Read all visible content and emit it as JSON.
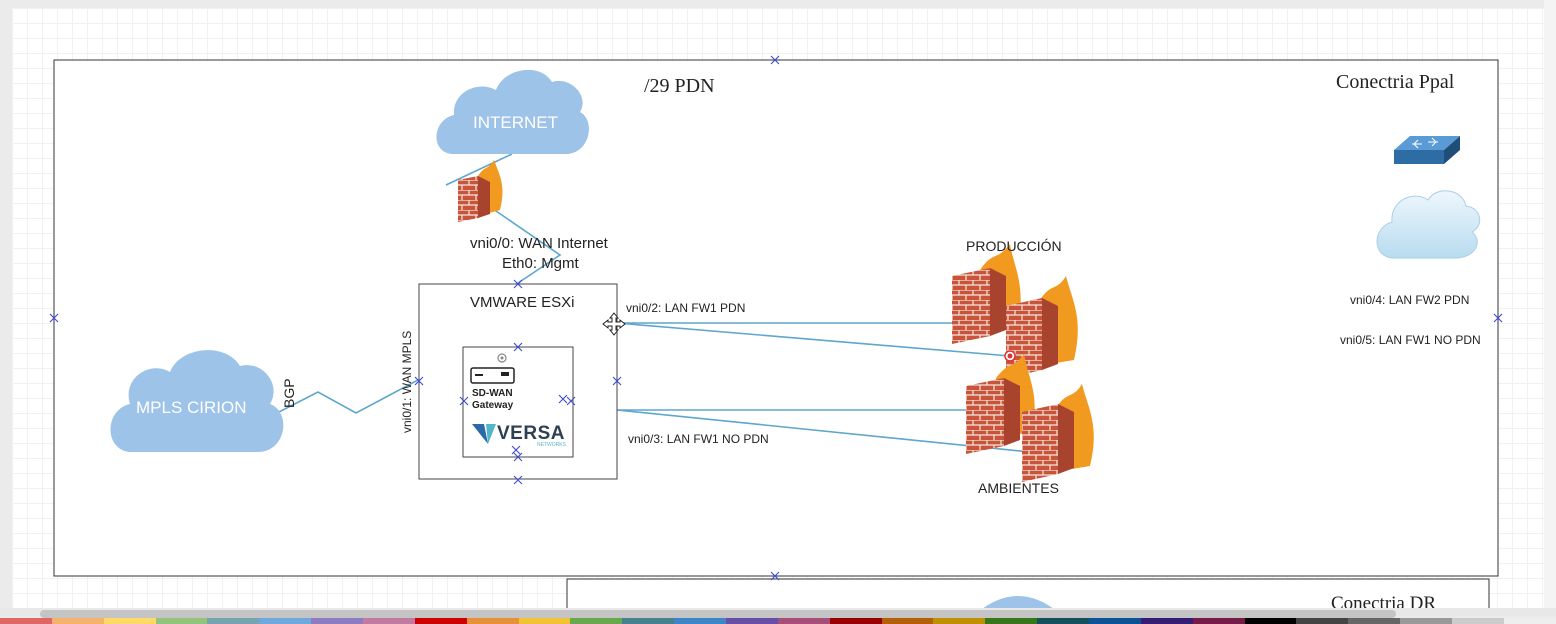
{
  "pages": {
    "main_title": "Conectria Ppal",
    "dr_title": "Conectria DR"
  },
  "labels": {
    "subnet": "/29 PDN",
    "internet": "INTERNET",
    "wan_internet": "vni0/0: WAN Internet",
    "mgmt": "Eth0: Mgmt",
    "vmware": "VMWARE ESXi",
    "mpls": "MPLS CIRION",
    "bgp": "BGP",
    "wan_mpls": "vni0/1: WAN MPLS",
    "lan_fw1_pdn": "vni0/2: LAN FW1 PDN",
    "lan_fw1_no_pdn": "vni0/3: LAN FW1 NO PDN",
    "produccion": "PRODUCCIÓN",
    "ambientes": "AMBIENTES",
    "lan_fw2_pdn": "vni0/4: LAN FW2 PDN",
    "lan_fw1_no_pdn_2": "vni0/5: LAN FW1 NO PDN",
    "sdwan_line1": "SD-WAN",
    "sdwan_line2": "Gateway",
    "versa": "VERSA",
    "networks": "NETWORKS"
  },
  "colors": {
    "cloud": "#9dc3e8",
    "connector": "#5ea6cc",
    "brick": "#c9543a",
    "flame": "#f29a1f",
    "switch": "#2e6da4",
    "selection": "#3d4bd1"
  },
  "palette": [
    "#e06666",
    "#f6b26b",
    "#ffd966",
    "#93c47d",
    "#76a5af",
    "#6fa8dc",
    "#8e7cc3",
    "#c27ba0",
    "#cc0000",
    "#e69138",
    "#f1c232",
    "#6aa84f",
    "#45818e",
    "#3d85c6",
    "#674ea7",
    "#a64d79",
    "#990000",
    "#b45f06",
    "#bf9000",
    "#38761d",
    "#134f5c",
    "#0b5394",
    "#351c75",
    "#741b47",
    "#000000",
    "#444444",
    "#666666",
    "#999999",
    "#cccccc",
    "#eeeeee"
  ]
}
